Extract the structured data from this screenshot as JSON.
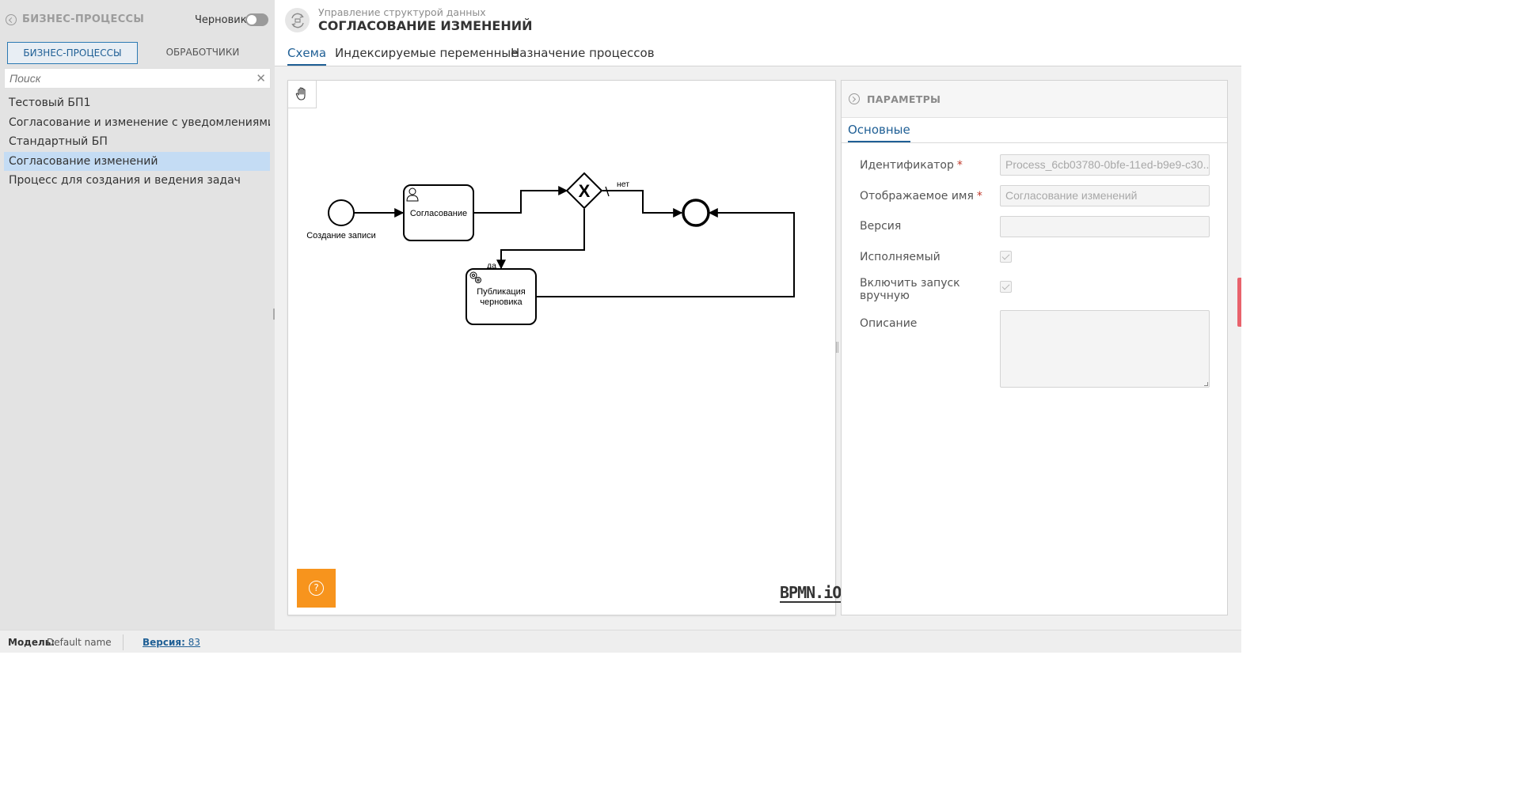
{
  "sidebar": {
    "title": "БИЗНЕС-ПРОЦЕССЫ",
    "draft_label": "Черновик",
    "tabs": [
      {
        "label": "БИЗНЕС-ПРОЦЕССЫ",
        "active": true
      },
      {
        "label": "ОБРАБОТЧИКИ",
        "active": false
      }
    ],
    "search_placeholder": "Поиск",
    "items": [
      {
        "label": "Тестовый БП1"
      },
      {
        "label": "Согласование и изменение с уведомлениями"
      },
      {
        "label": "Стандартный БП"
      },
      {
        "label": "Согласование изменений",
        "selected": true
      },
      {
        "label": "Процесс для создания и ведения задач"
      }
    ]
  },
  "header": {
    "subtitle": "Управление структурой данных",
    "title": "СОГЛАСОВАНИЕ ИЗМЕНЕНИЙ",
    "tabs": [
      {
        "label": "Схема",
        "active": true
      },
      {
        "label": "Индексируемые переменные",
        "active": false
      },
      {
        "label": "Назначение процессов",
        "active": false
      }
    ]
  },
  "diagram": {
    "start_event_label": "Создание записи",
    "task_approval_label": "Согласование",
    "task_publish_label_line1": "Публикация",
    "task_publish_label_line2": "черновика",
    "flow_no_label": "нет",
    "flow_yes_label": "да",
    "gateway_symbol": "X",
    "logo": "BPMN.iO",
    "help_symbol": "?"
  },
  "params": {
    "title": "ПАРАМЕТРЫ",
    "tab": "Основные",
    "fields": {
      "id_label": "Идентификатор",
      "id_value": "Process_6cb03780-0bfe-11ed-b9e9-c30...",
      "name_label": "Отображаемое имя",
      "name_value": "Согласование изменений",
      "version_label": "Версия",
      "version_value": "",
      "executable_label": "Исполняемый",
      "manual_start_label_line1": "Включить запуск",
      "manual_start_label_line2": "вручную",
      "description_label": "Описание",
      "required_mark": "*"
    }
  },
  "status": {
    "model_label": "Модель:",
    "model_value": "Default name",
    "version_label": "Версия:",
    "version_value": "83"
  }
}
